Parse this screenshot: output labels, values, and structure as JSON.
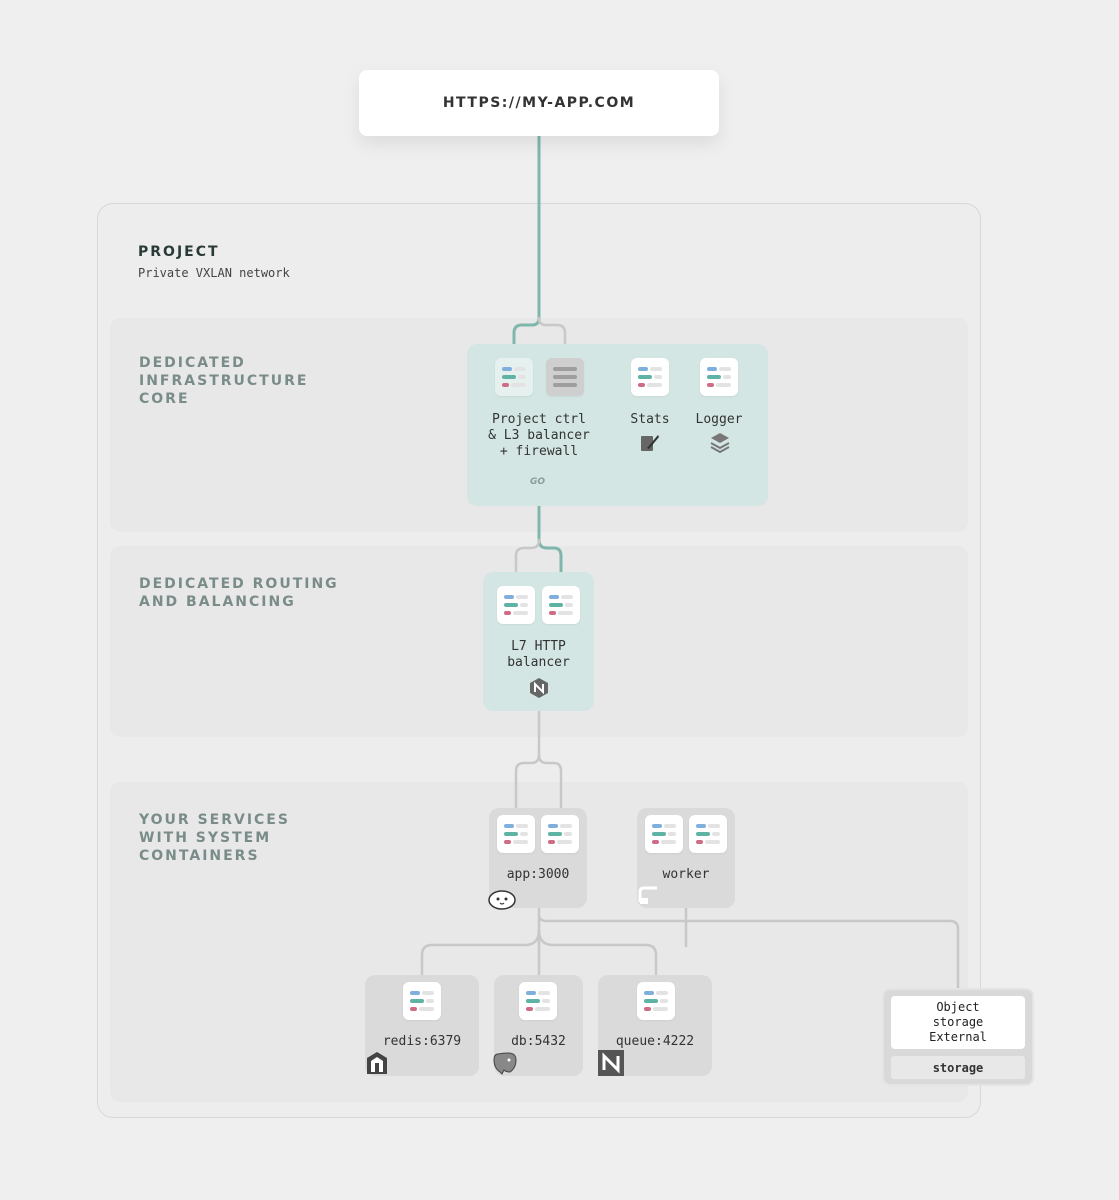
{
  "url": {
    "label": "HTTPS://MY-APP.COM"
  },
  "project": {
    "title": "PROJECT",
    "subtitle": "Private VXLAN network"
  },
  "bands": {
    "infra": "DEDICATED\nINFRASTRUCTURE\nCORE",
    "routing": "DEDICATED ROUTING\nAND BALANCING",
    "services": "YOUR SERVICES\nWITH SYSTEM\nCONTAINERS"
  },
  "nodes": {
    "project_ctrl": {
      "label": "Project ctrl\n& L3 balancer\n+ firewall",
      "logo": "GO"
    },
    "stats": {
      "label": "Stats",
      "icon": "quill-icon"
    },
    "logger": {
      "label": "Logger",
      "icon": "layers-icon"
    },
    "l7": {
      "label": "L7 HTTP\nbalancer",
      "icon": "nginx-icon"
    },
    "app": {
      "label": "app:3000",
      "icon": "bun-icon"
    },
    "worker": {
      "label": "worker",
      "icon": "scroll-icon"
    },
    "redis": {
      "label": "redis:6379",
      "icon": "redis-icon"
    },
    "db": {
      "label": "db:5432",
      "icon": "postgres-icon"
    },
    "queue": {
      "label": "queue:4222",
      "icon": "nats-icon"
    },
    "storage": {
      "top_label": "Object\nstorage\nExternal",
      "bottom_label": "storage"
    }
  },
  "colors": {
    "teal_line": "#7fb7ad",
    "gray_line": "#c8c8c8",
    "bar_blue": "#7fb0dd",
    "bar_green": "#5fb3a4",
    "bar_red": "#d06b86",
    "bar_gray": "#e3e3e3"
  }
}
